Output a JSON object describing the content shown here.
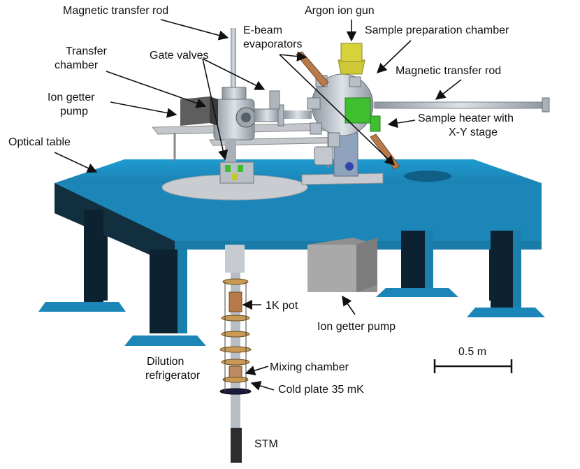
{
  "labels": {
    "magnetic_transfer_rod_top": "Magnetic transfer rod",
    "argon_ion_gun": "Argon ion gun",
    "ebeam_line1": "E-beam",
    "ebeam_line2": "evaporators",
    "sample_prep_chamber": "Sample preparation chamber",
    "transfer_chamber_line1": "Transfer",
    "transfer_chamber_line2": "chamber",
    "gate_valves": "Gate valves",
    "magnetic_transfer_rod_right": "Magnetic transfer rod",
    "ion_getter_pump_top_line1": "Ion getter",
    "ion_getter_pump_top_line2": "pump",
    "sample_heater_line1": "Sample heater with",
    "sample_heater_line2": "X-Y stage",
    "optical_table": "Optical table",
    "one_k_pot": "1K pot",
    "ion_getter_pump_bottom": "Ion getter pump",
    "dilution_line1": "Dilution",
    "dilution_line2": "refrigerator",
    "mixing_chamber": "Mixing chamber",
    "cold_plate": "Cold plate 35   mK",
    "stm": "STM",
    "scale_bar": "0.5  m"
  },
  "colors": {
    "table_top": "#1e8fc0",
    "table_side": "#16709a",
    "table_dark": "#0f2a3a",
    "steel": "#b9c0c8",
    "copper": "#b87a4b",
    "green": "#3fbf2f",
    "yellow": "#d7d23a",
    "pump_gray": "#9a9a9a"
  }
}
